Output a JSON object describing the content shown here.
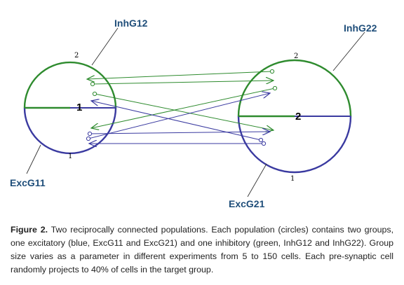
{
  "diagram": {
    "populations": [
      {
        "id": "1",
        "inhibitory_label": "InhG12",
        "excitatory_label": "ExcG11",
        "top_number": "2",
        "bottom_number": "1"
      },
      {
        "id": "2",
        "inhibitory_label": "InhG22",
        "excitatory_label": "ExcG21",
        "top_number": "2",
        "bottom_number": "1"
      }
    ],
    "colors": {
      "inhibitory": "#2e8b2e",
      "excitatory": "#3a3aa0",
      "label_text": "#1f4e7a"
    }
  },
  "caption": {
    "label": "Figure 2.",
    "text": "Two reciprocally connected populations. Each population (circles) contains two groups, one excitatory (blue, ExcG11 and ExcG21) and one inhibitory (green, InhG12 and InhG22). Group size varies as a parameter in different experiments from 5 to 150 cells. Each pre-synaptic cell randomly projects to 40% of cells in the target group."
  }
}
